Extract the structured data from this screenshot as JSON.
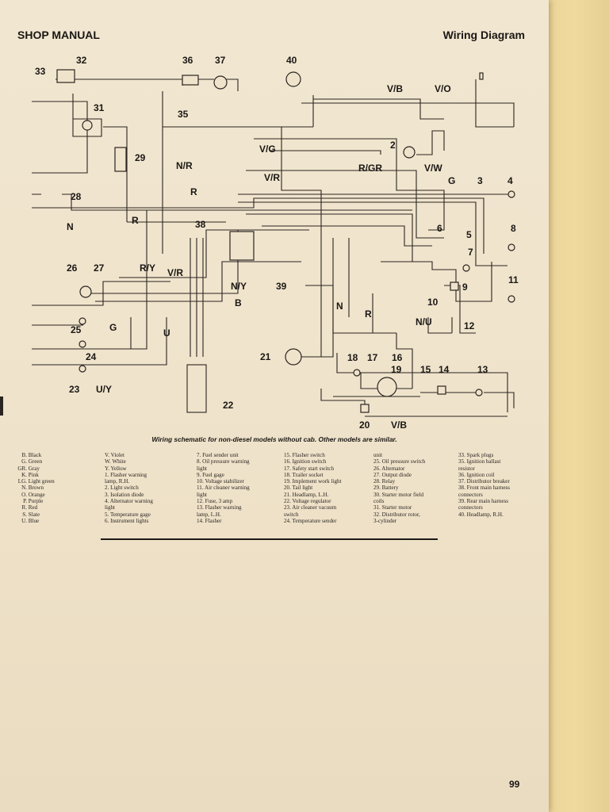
{
  "header": {
    "left": "SHOP MANUAL",
    "right": "Wiring Diagram"
  },
  "diagram": {
    "numbers": [
      "32",
      "33",
      "36",
      "37",
      "40",
      "31",
      "35",
      "29",
      "28",
      "38",
      "39",
      "26",
      "27",
      "25",
      "24",
      "23",
      "22",
      "21",
      "2",
      "4",
      "3",
      "8",
      "6",
      "5",
      "7",
      "9",
      "11",
      "10",
      "12",
      "18",
      "17",
      "16",
      "19",
      "15",
      "14",
      "13",
      "20"
    ],
    "wire_labels": [
      "V/B",
      "V/O",
      "V/G",
      "N/R",
      "V/R",
      "R/GR",
      "V/W",
      "G",
      "R",
      "R",
      "N",
      "R/Y",
      "V/R",
      "N/Y",
      "B",
      "G",
      "U",
      "U/Y",
      "N",
      "R",
      "N/U",
      "V/B"
    ]
  },
  "caption": "Wiring schematic for non-diesel models without cab. Other models are similar.",
  "legend": {
    "col1": [
      {
        "k": "B.",
        "v": "Black"
      },
      {
        "k": "G.",
        "v": "Green"
      },
      {
        "k": "GR.",
        "v": "Gray"
      },
      {
        "k": "K.",
        "v": "Pink"
      },
      {
        "k": "LG.",
        "v": "Light green"
      },
      {
        "k": "N.",
        "v": "Brown"
      },
      {
        "k": "O.",
        "v": "Orange"
      },
      {
        "k": "P.",
        "v": "Purple"
      },
      {
        "k": "R.",
        "v": "Red"
      },
      {
        "k": "S.",
        "v": "Slate"
      },
      {
        "k": "U.",
        "v": "Blue"
      }
    ],
    "col2": [
      "V. Violet",
      "W. White",
      "Y. Yellow",
      "1. Flasher warning",
      "lamp, R.H.",
      "2. Light switch",
      "3. Isolation diode",
      "4. Alternator warning",
      "light",
      "5. Temperature gage",
      "6. Instrument lights"
    ],
    "col3": [
      "7. Fuel sender unit",
      "8. Oil pressure warning",
      "light",
      "9. Fuel gage",
      "10. Voltage stabilizer",
      "11. Air cleaner warning",
      "light",
      "12. Fuse, 3 amp",
      "13. Flasher warning",
      "lamp, L.H.",
      "14. Flasher"
    ],
    "col4": [
      "15. Flasher switch",
      "16. Ignition switch",
      "17. Safety start switch",
      "18. Trailer socket",
      "19. Implement work light",
      "20. Tail light",
      "21. Headlamp, L.H.",
      "22. Voltage regulator",
      "23. Air cleaner vacuum",
      "switch",
      "24. Temperature sender"
    ],
    "col5": [
      "unit",
      "25. Oil pressure switch",
      "26. Alternator",
      "27. Output diode",
      "28. Relay",
      "29. Battery",
      "30. Starter motor field",
      "coils",
      "31. Starter motor",
      "32. Distributor rotor,",
      "3-cylinder"
    ],
    "col6": [
      "33. Spark plugs",
      "35. Ignition ballast",
      "resistor",
      "36. Ignition coil",
      "37. Distributor breaker",
      "38. Front main harness",
      "connectors",
      "39. Rear main harness",
      "connectors",
      "40. Headlamp, R.H."
    ]
  },
  "page_number": "99"
}
